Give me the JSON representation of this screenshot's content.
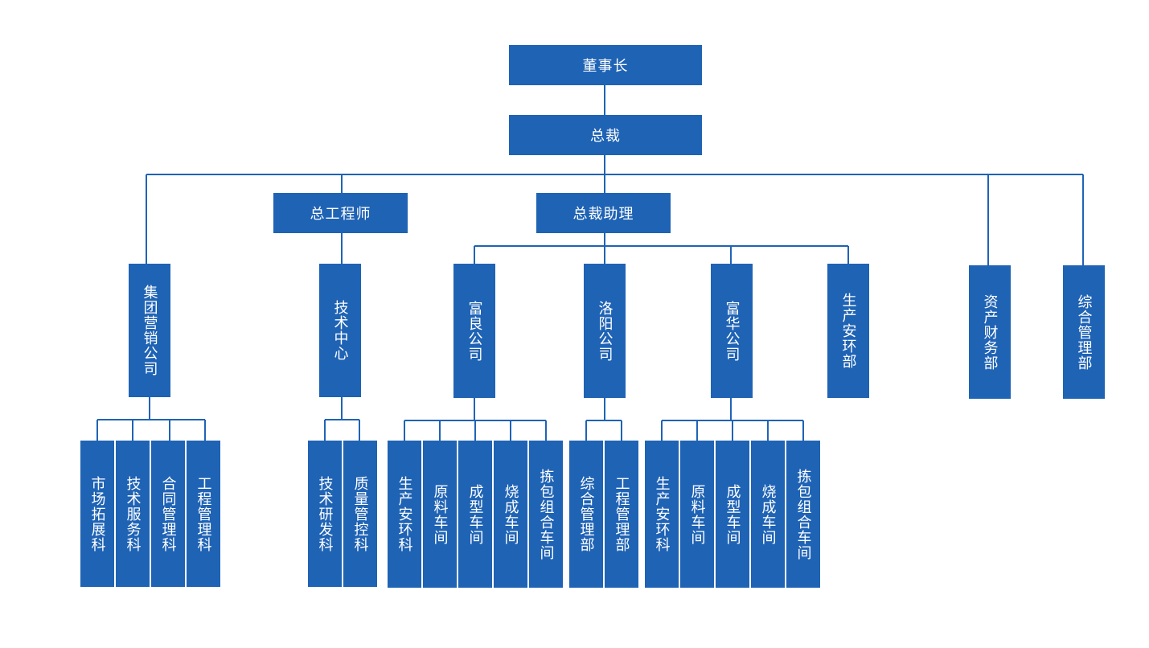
{
  "org_chart": {
    "chairman": "董事长",
    "president": "总裁",
    "chief_engineer": "总工程师",
    "president_assistant": "总裁助理",
    "departments": {
      "group_marketing": "集团营销公司",
      "tech_center": "技术中心",
      "fuliang": "富良公司",
      "luoyang": "洛阳公司",
      "fuhua": "富华公司",
      "safety": "生产安环部",
      "finance": "资产财务部",
      "admin": "综合管理部"
    },
    "subunits": {
      "marketing": [
        "市场拓展科",
        "技术服务科",
        "合同管理科",
        "工程管理科"
      ],
      "tech": [
        "技术研发科",
        "质量管控科"
      ],
      "fuliang": [
        "生产安环科",
        "原料车间",
        "成型车间",
        "烧成车间",
        "拣包组合车间"
      ],
      "luoyang": [
        "综合管理部",
        "工程管理部"
      ],
      "fuhua": [
        "生产安环科",
        "原料车间",
        "成型车间",
        "烧成车间",
        "拣包组合车间"
      ]
    }
  },
  "colors": {
    "box": "#1f63b5",
    "line": "#1f63b5",
    "text": "#ffffff"
  }
}
